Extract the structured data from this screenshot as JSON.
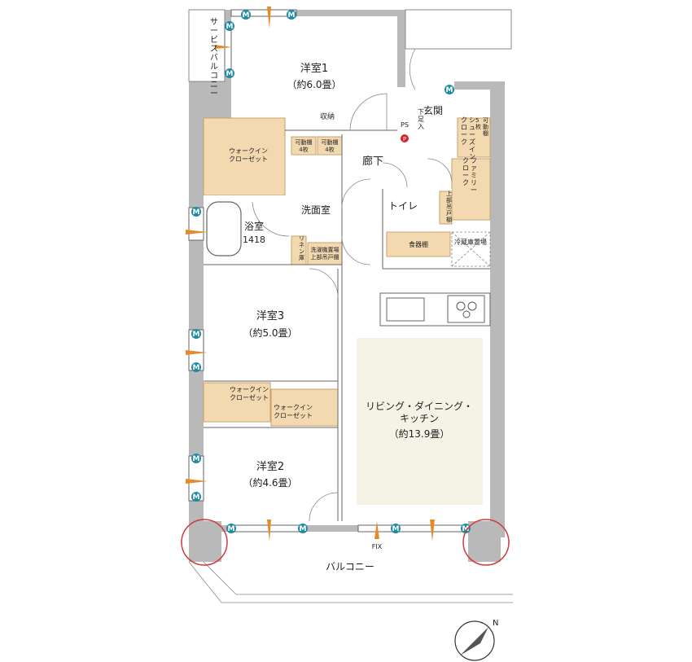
{
  "labels": {
    "room_western1_name": "洋室1",
    "room_western1_size": "（約6.0畳）",
    "storage": "収納",
    "entrance": "玄関",
    "shoe_rack": "下足入",
    "ps": "PS",
    "p_mark": "P",
    "shoe_in_closet": "シューズイン\nクローク",
    "movable_shelf_5": "可動棚\n5枚",
    "family_closet": "ファミリー\nクローク",
    "walk_in_closet_1": "ウォークイン\nクローゼット",
    "movable_shelf_a": "可動棚\n4枚",
    "movable_shelf_b": "可動棚\n4枚",
    "hallway": "廊下",
    "bath_name": "浴室",
    "bath_size": "1418",
    "washroom": "洗面室",
    "toilet": "トイレ",
    "upper_cabinet": "上部吊戸棚",
    "linen": "リネン庫",
    "laundry": "洗濯機置場\n上部吊戸棚",
    "dish_shelf": "食器棚",
    "fridge": "冷蔵庫置場",
    "room_western3_name": "洋室3",
    "room_western3_size": "（約5.0畳）",
    "walk_in_closet_2": "ウォークイン\nクローゼット",
    "walk_in_closet_3": "ウォークイン\nクローゼット",
    "ldk_name": "リビング・ダイニング・\nキッチン",
    "ldk_size": "（約13.9畳）",
    "room_western2_name": "洋室2",
    "room_western2_size": "（約4.6畳）",
    "service_balcony": "サービスバルコニー",
    "balcony": "バルコニー",
    "fix": "FIX",
    "m_mark": "M",
    "north": "N"
  }
}
